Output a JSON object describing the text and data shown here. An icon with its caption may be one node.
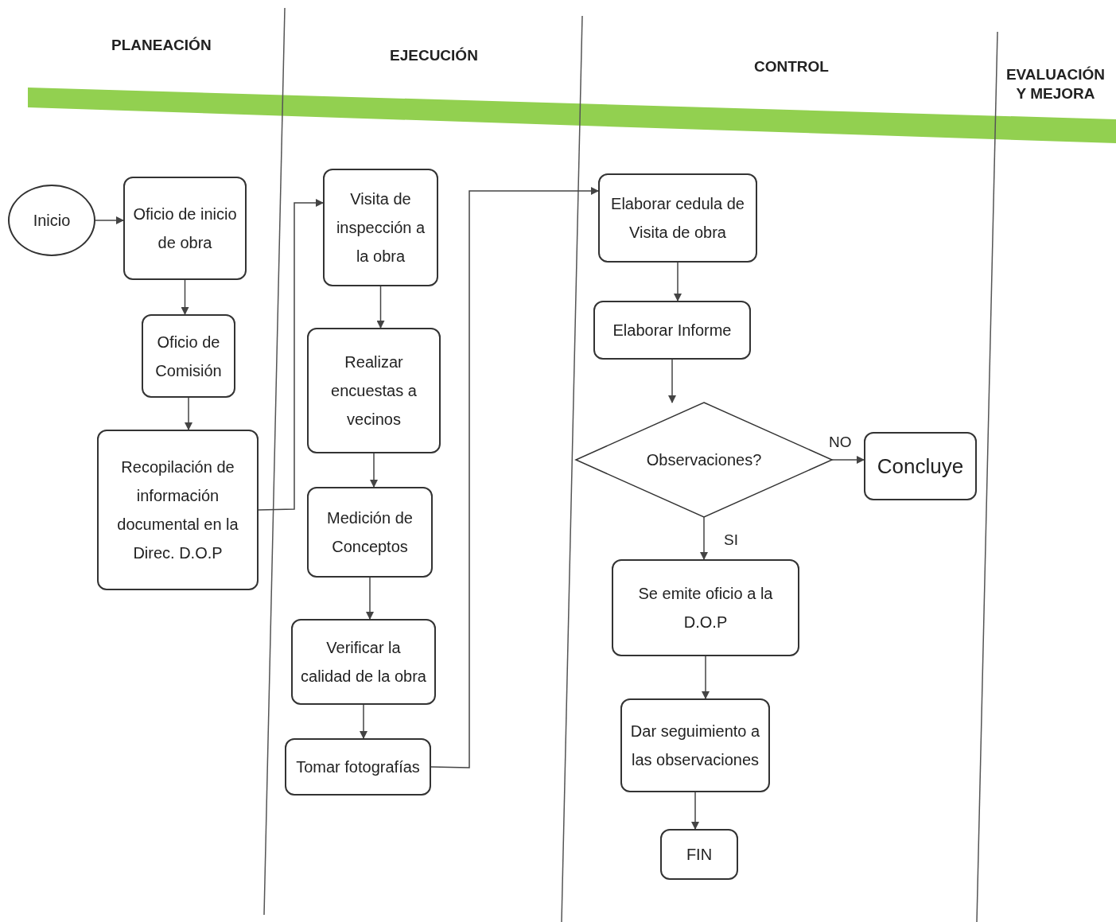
{
  "diagram": {
    "nodes": [
      {
        "text": [
          "Inicio"
        ]
      },
      {
        "text": [
          "Oficio de inicio de obra"
        ]
      },
      {
        "text": [
          "Oficio de Comisión"
        ]
      },
      {
        "text": [
          "Recopilación de información documental en la Direc. D.O.P"
        ]
      },
      {
        "text": [
          "Visita de inspección a la obra"
        ]
      },
      {
        "text": [
          "Realizar encuestas a vecinos"
        ]
      },
      {
        "text": [
          "Medición de Conceptos"
        ]
      },
      {
        "text": [
          "Verificar la calidad de la obra"
        ]
      },
      {
        "text": [
          "Tomar fotografías"
        ]
      },
      {
        "text": [
          "Elaborar cedula de Visita de obra"
        ]
      },
      {
        "text": [
          "Elaborar Informe"
        ]
      },
      {
        "text": [
          "Observaciones?"
        ]
      },
      {
        "text": [
          "Concluye"
        ]
      },
      {
        "text": [
          "Se emite oficio a la D.O.P"
        ]
      },
      {
        "text": [
          "Dar seguimiento a las observaciones"
        ]
      },
      {
        "text": [
          "FIN"
        ]
      }
    ],
    "edges": [
      {
        "from": 0,
        "to": 1,
        "arrow": "to"
      },
      {
        "from": 1,
        "to": 2,
        "arrow": "to"
      },
      {
        "from": 2,
        "to": 3,
        "arrow": "to"
      },
      {
        "from": 3,
        "to": 4,
        "arrow": "to"
      },
      {
        "from": 4,
        "to": 5,
        "arrow": "to"
      },
      {
        "from": 5,
        "to": 6,
        "arrow": "to"
      },
      {
        "from": 6,
        "to": 7,
        "arrow": "to"
      },
      {
        "from": 7,
        "to": 8,
        "arrow": "to"
      },
      {
        "from": 8,
        "to": 9,
        "arrow": "to"
      },
      {
        "from": 9,
        "to": 10,
        "arrow": "to"
      },
      {
        "from": 10,
        "to": 11,
        "arrow": "to"
      },
      {
        "from": 11,
        "to": 12,
        "arrow": "to",
        "label": "NO"
      },
      {
        "from": 11,
        "to": 13,
        "arrow": "to",
        "label": "SI"
      },
      {
        "from": 13,
        "to": 14,
        "arrow": "to"
      },
      {
        "from": 14,
        "to": 15,
        "arrow": "to"
      }
    ],
    "labels": [
      "PLANEACIÓN",
      "EJECUCIÓN",
      "CONTROL",
      "EVALUACIÓN Y MEJORA"
    ]
  }
}
